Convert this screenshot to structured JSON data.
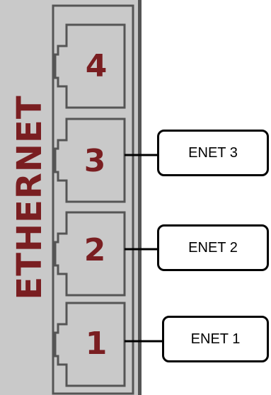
{
  "panel": {
    "title": "ETHERNET",
    "title_color": "#7a1e21",
    "background_color": "#c9c9c9",
    "ports": [
      {
        "number": "4"
      },
      {
        "number": "3"
      },
      {
        "number": "2"
      },
      {
        "number": "1"
      }
    ]
  },
  "callouts": [
    {
      "label": "ENET 3",
      "port": "3"
    },
    {
      "label": "ENET 2",
      "port": "2"
    },
    {
      "label": "ENET 1",
      "port": "1"
    }
  ]
}
